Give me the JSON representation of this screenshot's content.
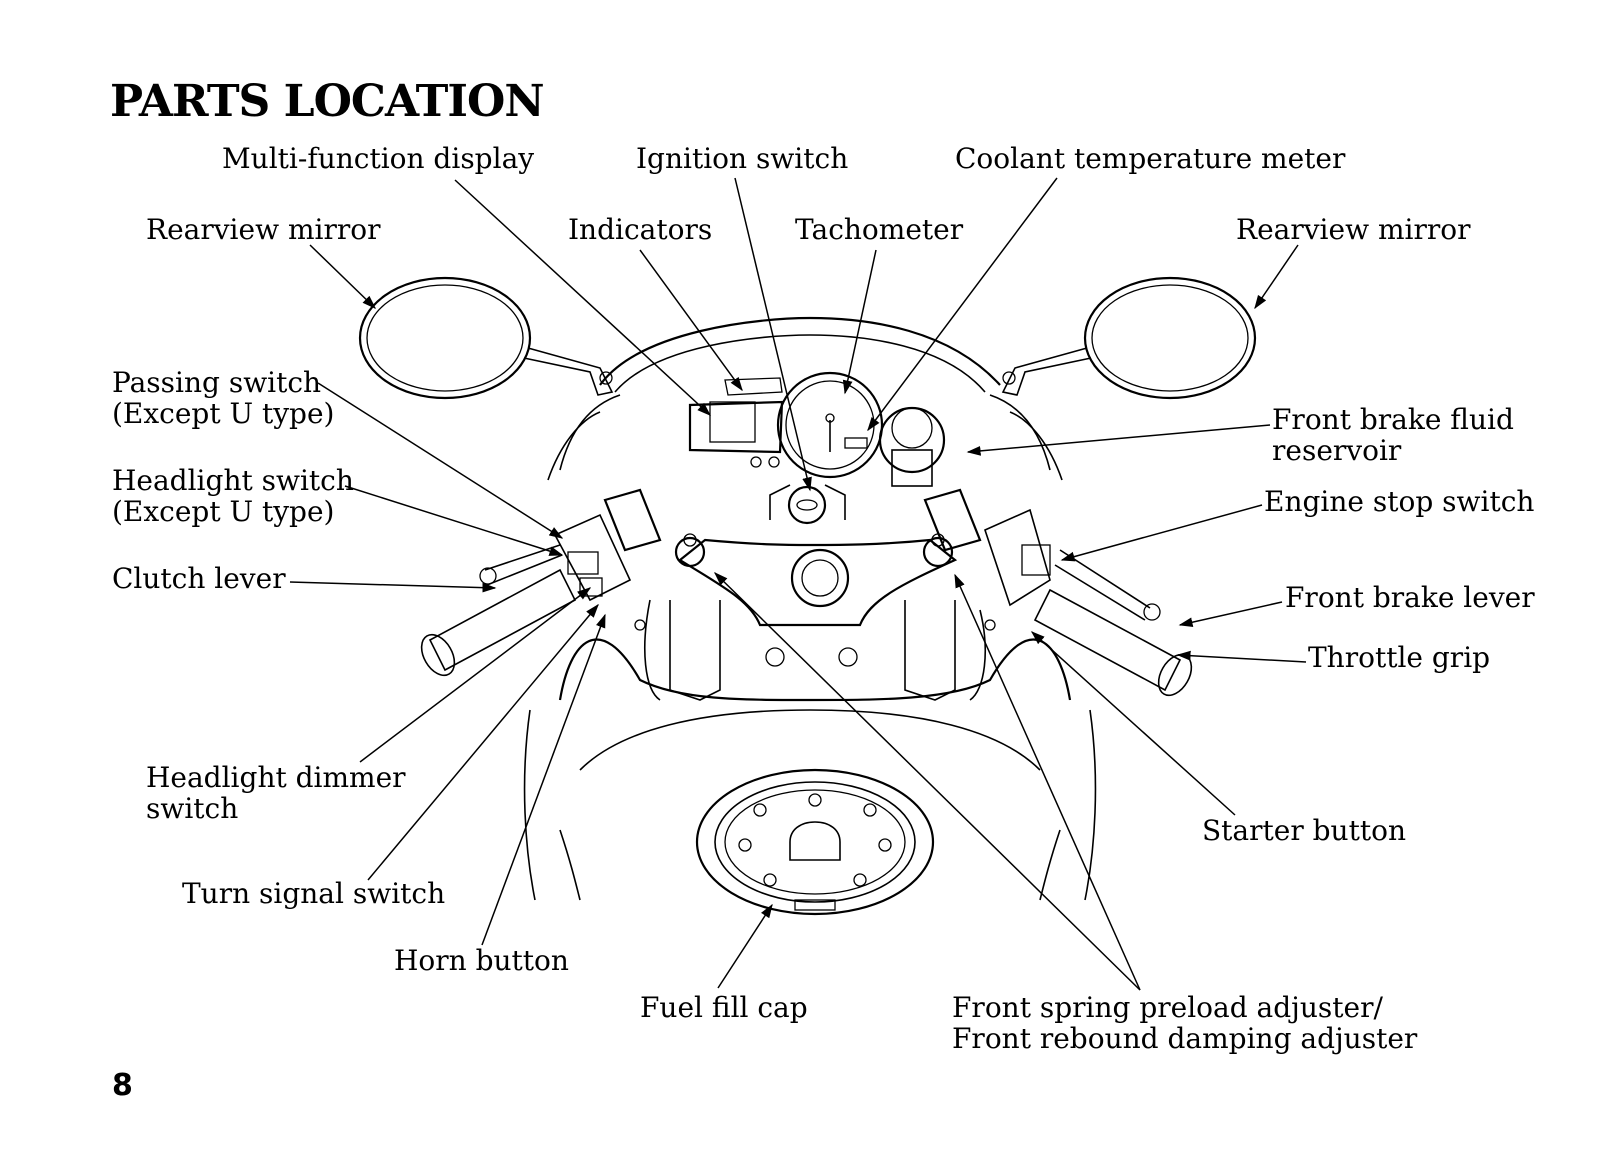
{
  "page": {
    "title": "PARTS LOCATION",
    "page_number": "8"
  },
  "labels": {
    "multi_function_display": "Multi-function display",
    "ignition_switch": "Ignition switch",
    "coolant_temperature_meter": "Coolant temperature meter",
    "rearview_mirror_left": "Rearview mirror",
    "indicators": "Indicators",
    "tachometer": "Tachometer",
    "rearview_mirror_right": "Rearview mirror",
    "passing_switch": "Passing switch",
    "passing_switch_note": "(Except U type)",
    "front_brake_fluid_reservoir_1": "Front brake fluid",
    "front_brake_fluid_reservoir_2": "reservoir",
    "headlight_switch": "Headlight switch",
    "headlight_switch_note": "(Except U type)",
    "engine_stop_switch": "Engine stop switch",
    "clutch_lever": "Clutch lever",
    "front_brake_lever": "Front brake lever",
    "throttle_grip": "Throttle grip",
    "headlight_dimmer_switch_1": "Headlight dimmer",
    "headlight_dimmer_switch_2": "switch",
    "starter_button": "Starter button",
    "turn_signal_switch": "Turn signal switch",
    "horn_button": "Horn button",
    "fuel_fill_cap": "Fuel fill cap",
    "front_adjuster_1": "Front spring preload adjuster/",
    "front_adjuster_2": "Front rebound damping adjuster"
  }
}
